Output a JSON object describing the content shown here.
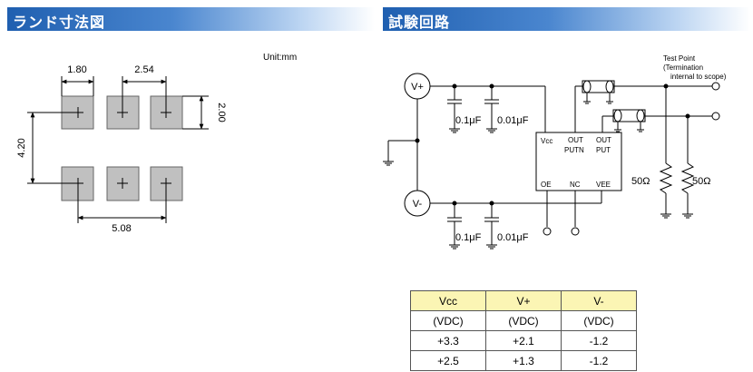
{
  "headers": {
    "left": "ランド寸法図",
    "right": "試験回路"
  },
  "land": {
    "unit": "Unit:mm",
    "dims": {
      "d180": "1.80",
      "d254": "2.54",
      "d200": "2.00",
      "d420": "4.20",
      "d508": "5.08"
    }
  },
  "circuit": {
    "vplus": "V+",
    "vminus": "V-",
    "cap1": "0.1μF",
    "cap2": "0.01μF",
    "cap3": "0.1μF",
    "cap4": "0.01μF",
    "pins": {
      "vcc": "Vcc",
      "out1": "OUT",
      "outputn": "PUTN",
      "out2": "OUT",
      "output": "PUT",
      "oe": "OE",
      "nc": "NC",
      "vee": "VEE"
    },
    "testpoint": [
      "Test Point",
      "(Termination",
      "internal to scope)"
    ],
    "r1": "50Ω",
    "r2": "50Ω"
  },
  "voltage_table": {
    "headers": [
      "Vcc",
      "V+",
      "V-"
    ],
    "rows": [
      [
        "(VDC)",
        "(VDC)",
        "(VDC)"
      ],
      [
        "+3.3",
        "+2.1",
        "-1.2"
      ],
      [
        "+2.5",
        "+1.3",
        "-1.2"
      ]
    ]
  }
}
